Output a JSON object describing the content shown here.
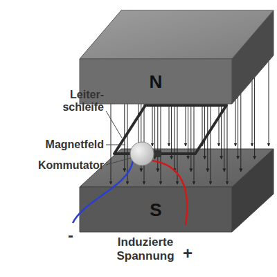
{
  "diagram": {
    "nodes": [
      {
        "text": [
          "N"
        ]
      },
      {
        "text": [
          "S"
        ]
      }
    ],
    "labels": [
      "Leiter- schleife",
      "Magnetfeld",
      "Kommutator",
      "-",
      "Induzierte Spannung",
      "+"
    ]
  }
}
